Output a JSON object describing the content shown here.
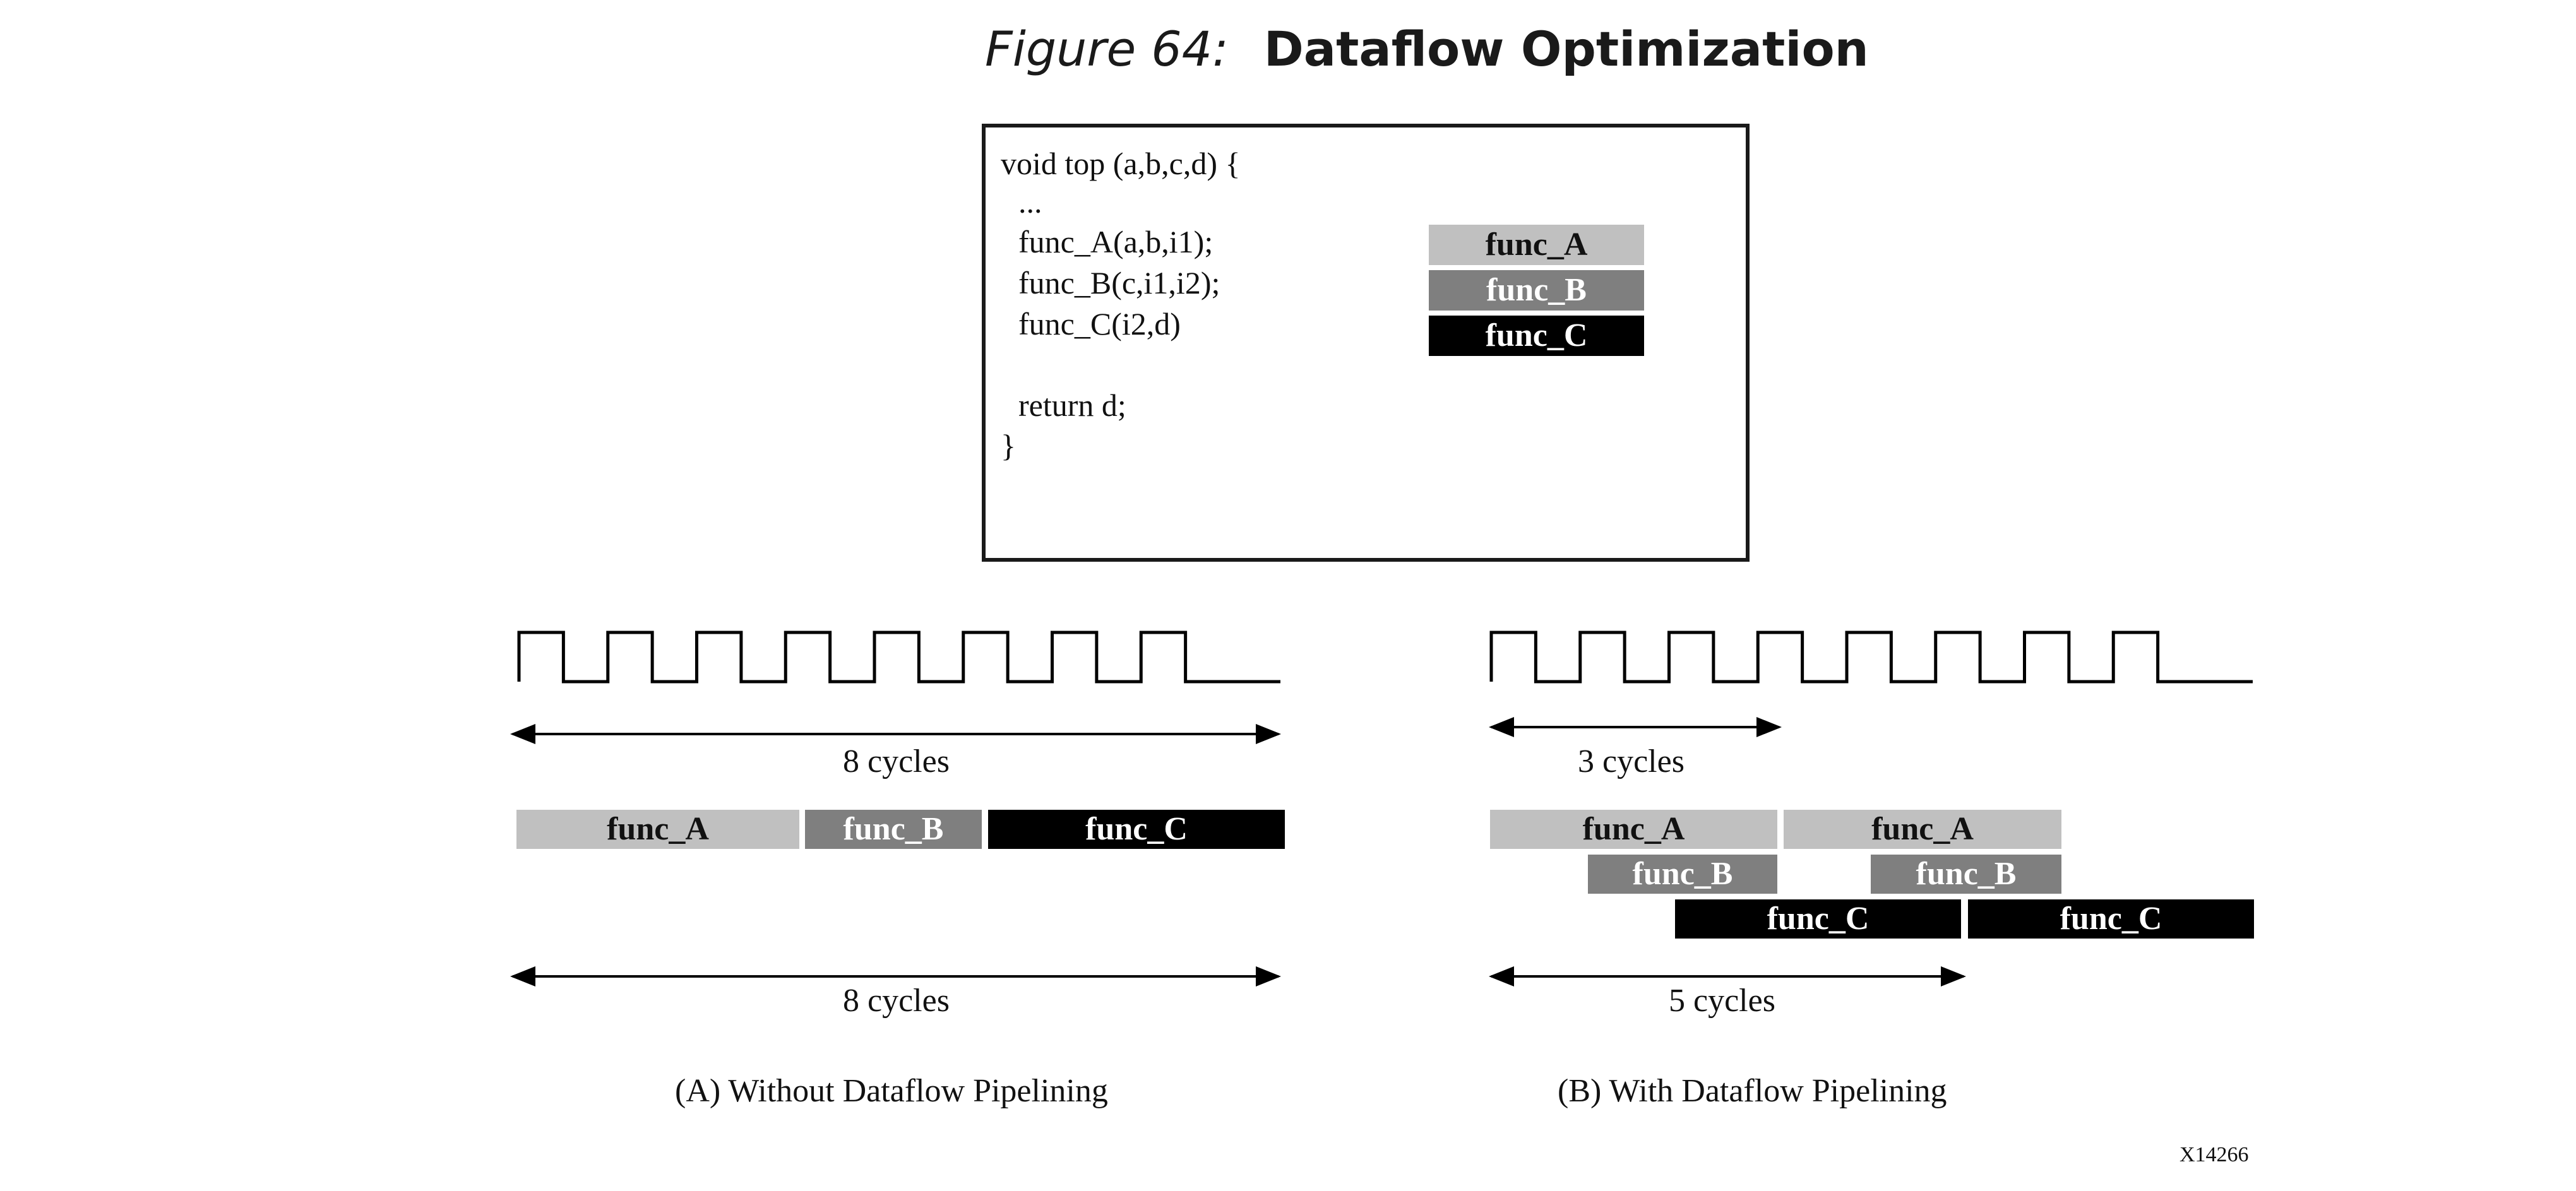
{
  "figure": {
    "number": "Figure 64:",
    "title": "Dataflow Optimization",
    "id": "X14266"
  },
  "code": {
    "lines": [
      "void top (a,b,c,d) {",
      "...",
      "func_A(a,b,i1);",
      "func_B(c,i1,i2);",
      "func_C(i2,d)",
      "return d;",
      "}"
    ],
    "legend_blocks": [
      "func_A",
      "func_B",
      "func_C"
    ]
  },
  "panel_a": {
    "caption": "(A) Without Dataflow Pipelining",
    "top_span_label": "8 cycles",
    "bottom_span_label": "8 cycles",
    "blocks": [
      "func_A",
      "func_B",
      "func_C"
    ]
  },
  "panel_b": {
    "caption": "(B) With Dataflow Pipelining",
    "top_span_label": "3 cycles",
    "bottom_span_label": "5 cycles",
    "blocks_row1": [
      "func_A",
      "func_A"
    ],
    "blocks_row2": [
      "func_B",
      "func_B"
    ],
    "blocks_row3": [
      "func_C",
      "func_C"
    ]
  },
  "colors": {
    "func_A": "#c0c0c0",
    "func_B": "#7f7f7f",
    "func_C": "#000000"
  }
}
